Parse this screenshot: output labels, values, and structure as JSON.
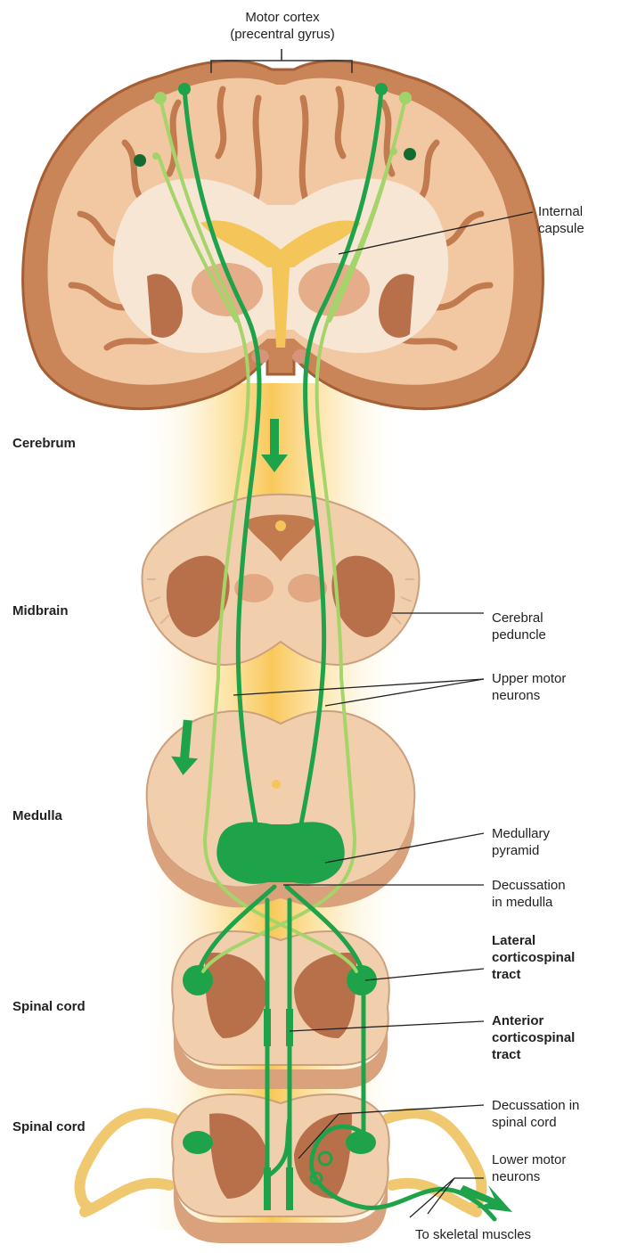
{
  "figure": {
    "top_labels": {
      "motor_cortex_line1": "Motor cortex",
      "motor_cortex_line2": "(precentral gyrus)"
    },
    "left_labels": {
      "cerebrum": "Cerebrum",
      "midbrain": "Midbrain",
      "medulla": "Medulla",
      "spinal_cord_1": "Spinal cord",
      "spinal_cord_2": "Spinal cord"
    },
    "right_labels": {
      "internal_capsule": [
        "Internal",
        "capsule"
      ],
      "cerebral_peduncle": [
        "Cerebral",
        "peduncle"
      ],
      "upper_motor_neurons": [
        "Upper motor",
        "neurons"
      ],
      "medullary_pyramid": [
        "Medullary",
        "pyramid"
      ],
      "decussation_medulla": [
        "Decussation",
        "in medulla"
      ],
      "lateral_tract": [
        "Lateral",
        "corticospinal",
        "tract"
      ],
      "anterior_tract": [
        "Anterior",
        "corticospinal",
        "tract"
      ],
      "decussation_spinal": [
        "Decussation in",
        "spinal cord"
      ],
      "lower_motor_neurons": [
        "Lower motor",
        "neurons"
      ]
    },
    "bottom_label": "To skeletal muscles",
    "colors": {
      "tract_green": "#1fa34a",
      "light_green": "#9fd46b",
      "tissue": "#f4d7b8",
      "white_matter": "#f7e3d0",
      "gray_matter": "#c27a4f",
      "cortex_outline": "#b46a3e",
      "glow": "#fbd77a"
    }
  }
}
